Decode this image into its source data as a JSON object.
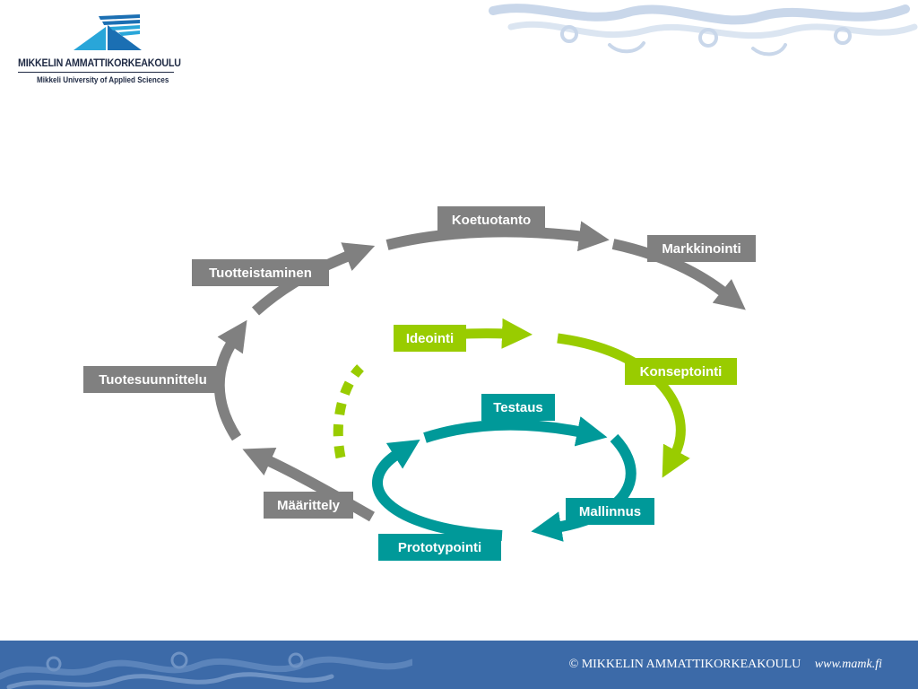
{
  "logo": {
    "name": "MIKKELIN AMMATTIKORKEAKOULU",
    "subtitle": "Mikkeli University of Applied Sciences"
  },
  "diagram": {
    "colors": {
      "grey": "#808080",
      "green": "#99cc00",
      "teal": "#009999"
    },
    "outer_stages": [
      "Määrittely",
      "Tuotesuunnittelu",
      "Tuotteistaminen",
      "Koetuotanto",
      "Markkinointi"
    ],
    "middle_stages": [
      "Ideointi",
      "Konseptointi"
    ],
    "inner_stages": [
      "Testaus",
      "Mallinnus",
      "Prototypointi"
    ]
  },
  "footer": {
    "copyright": "© MIKKELIN AMMATTIKORKEAKOULU",
    "website": "www.mamk.fi",
    "background": "#3c6aa8"
  }
}
